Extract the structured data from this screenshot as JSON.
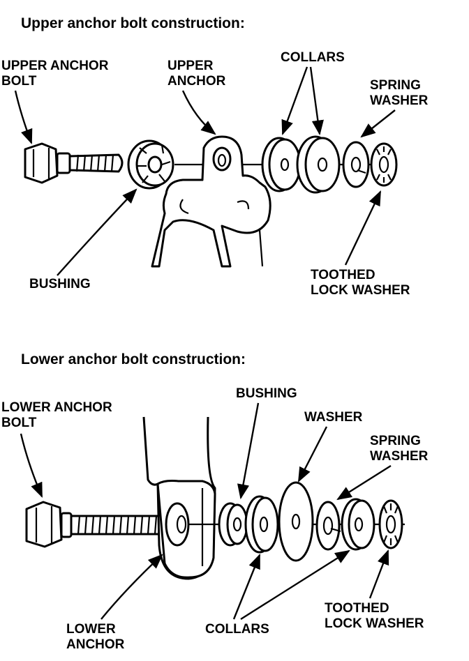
{
  "upper": {
    "title": "Upper anchor bolt construction:",
    "labels": {
      "upper_anchor_bolt": [
        "UPPER ANCHOR",
        "BOLT"
      ],
      "upper_anchor": [
        "UPPER",
        "ANCHOR"
      ],
      "collars": "COLLARS",
      "spring_washer": [
        "SPRING",
        "WASHER"
      ],
      "bushing": "BUSHING",
      "toothed_lock_washer": [
        "TOOTHED",
        "LOCK WASHER"
      ]
    }
  },
  "lower": {
    "title": "Lower anchor bolt construction:",
    "labels": {
      "lower_anchor_bolt": [
        "LOWER ANCHOR",
        "BOLT"
      ],
      "bushing": "BUSHING",
      "washer": "WASHER",
      "spring_washer": [
        "SPRING",
        "WASHER"
      ],
      "lower_anchor": [
        "LOWER",
        "ANCHOR"
      ],
      "collars": "COLLARS",
      "toothed_lock_washer": [
        "TOOTHED",
        "LOCK WASHER"
      ]
    }
  }
}
